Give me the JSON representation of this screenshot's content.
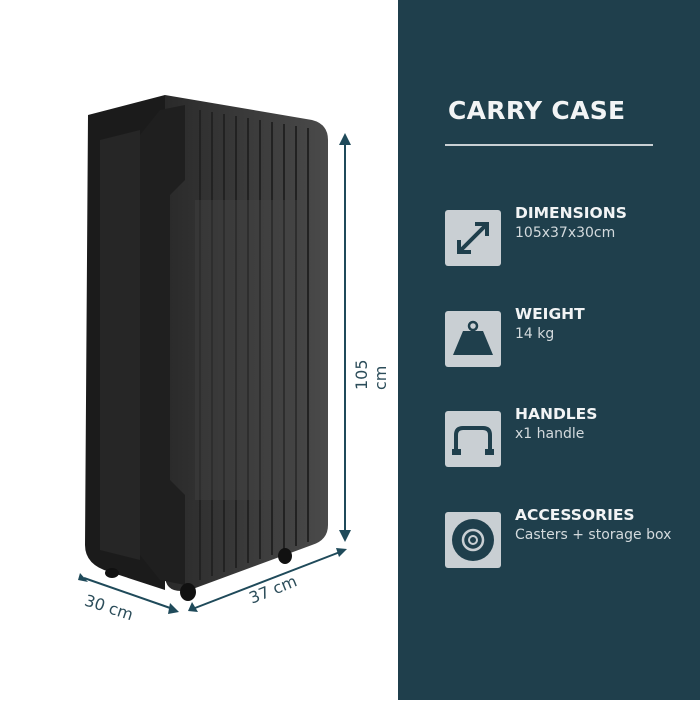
{
  "title": "CARRY CASE",
  "specs": [
    {
      "icon": "diagonal-arrows-icon",
      "label": "DIMENSIONS",
      "value": "105x37x30cm"
    },
    {
      "icon": "weight-icon",
      "label": "WEIGHT",
      "value": "14 kg"
    },
    {
      "icon": "handle-icon",
      "label": "HANDLES",
      "value": "x1 handle"
    },
    {
      "icon": "caster-wheel-icon",
      "label": "ACCESSORIES",
      "value": "Casters + storage box"
    }
  ],
  "dimensions": {
    "height": "105 cm",
    "width": "37 cm",
    "depth": "30 cm"
  },
  "colors": {
    "panel": "#1f3f4c",
    "icon_bg": "#c9cfd3",
    "dim_line": "#1f4a5a"
  }
}
